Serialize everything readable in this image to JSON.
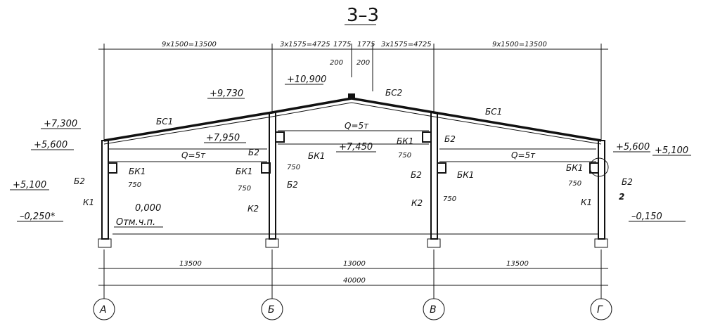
{
  "title": "3–3",
  "top_dims": {
    "left": "9x1500=13500",
    "mid_left": "3x1575=4725",
    "ridge_left": "1775",
    "ridge_right": "1775",
    "mid_right": "3x1575=4725",
    "right": "9x1500=13500",
    "ridge_offset_left": "200",
    "ridge_offset_right": "200"
  },
  "elevations": {
    "ridge": "+10,900",
    "left_slope": "+9,730",
    "left_eave": "+7,300",
    "left_crane_top": "+5,600",
    "left_crane_rail": "+5,100",
    "left_ground": "–0,250*",
    "floor_zero": "0,000",
    "floor_note": "Отм.ч.п.",
    "mid_upper": "+7,950",
    "mid_crane": "+7,450",
    "right_crane_top": "+5,600",
    "right_crane_rail": "+5,100",
    "right_ground": "–0,150"
  },
  "labels": {
    "bs1_left": "БС1",
    "bs2": "БС2",
    "bs1_right": "БС1",
    "crane_left": "Q=5т",
    "crane_mid": "Q=5т",
    "crane_right": "Q=5т",
    "b2": "Б2",
    "bk1": "БК1",
    "k1": "К1",
    "k2": "К2",
    "node": "2"
  },
  "local_dims": {
    "bracket": "750"
  },
  "bottom_dims": {
    "span_left": "13500",
    "span_mid": "13000",
    "span_right": "13500",
    "total": "40000"
  },
  "axes": [
    "А",
    "Б",
    "В",
    "Г"
  ]
}
